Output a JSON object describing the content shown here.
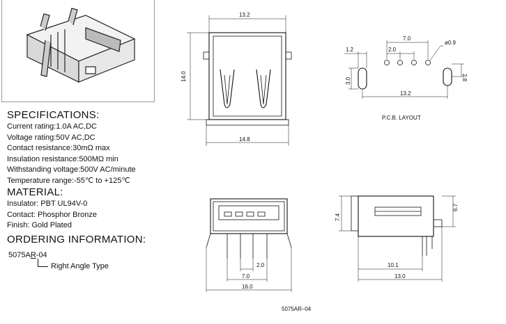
{
  "specifications": {
    "heading": "SPECIFICATIONS:",
    "lines": [
      "Current rating:1.0A AC,DC",
      "Voltage rating:50V AC,DC",
      "Contact resistance:30mΩ  max",
      "Insulation resistance:500MΩ  min",
      "Withstanding voltage:500V AC/minute",
      "Temperature range:-55℃  to +125℃"
    ]
  },
  "material": {
    "heading": "MATERIAL:",
    "lines": [
      "Insulator: PBT UL94V-0",
      "Contact: Phosphor Bronze",
      "Finish: Gold Plated"
    ]
  },
  "ordering": {
    "heading": "ORDERING INFORMATION:",
    "code_prefix": "5075A",
    "code_marked": "R",
    "code_suffix": "-04",
    "type_label": "Right Angle Type"
  },
  "front_view": {
    "width_top": "13.2",
    "height": "14.0",
    "width_bottom": "14.8"
  },
  "pcb_layout": {
    "label": "P.C.B. LAYOUT",
    "dims": [
      "1.2",
      "7.0",
      "2.0",
      "ø0.9",
      "3.0",
      "2.8",
      "13.2"
    ]
  },
  "end_view": {
    "dims": [
      "2.0",
      "7.0",
      "16.0"
    ]
  },
  "side_view": {
    "dims": [
      "7.4",
      "6.7",
      "10.1",
      "13.0"
    ]
  },
  "part_number": "5075AR–04"
}
